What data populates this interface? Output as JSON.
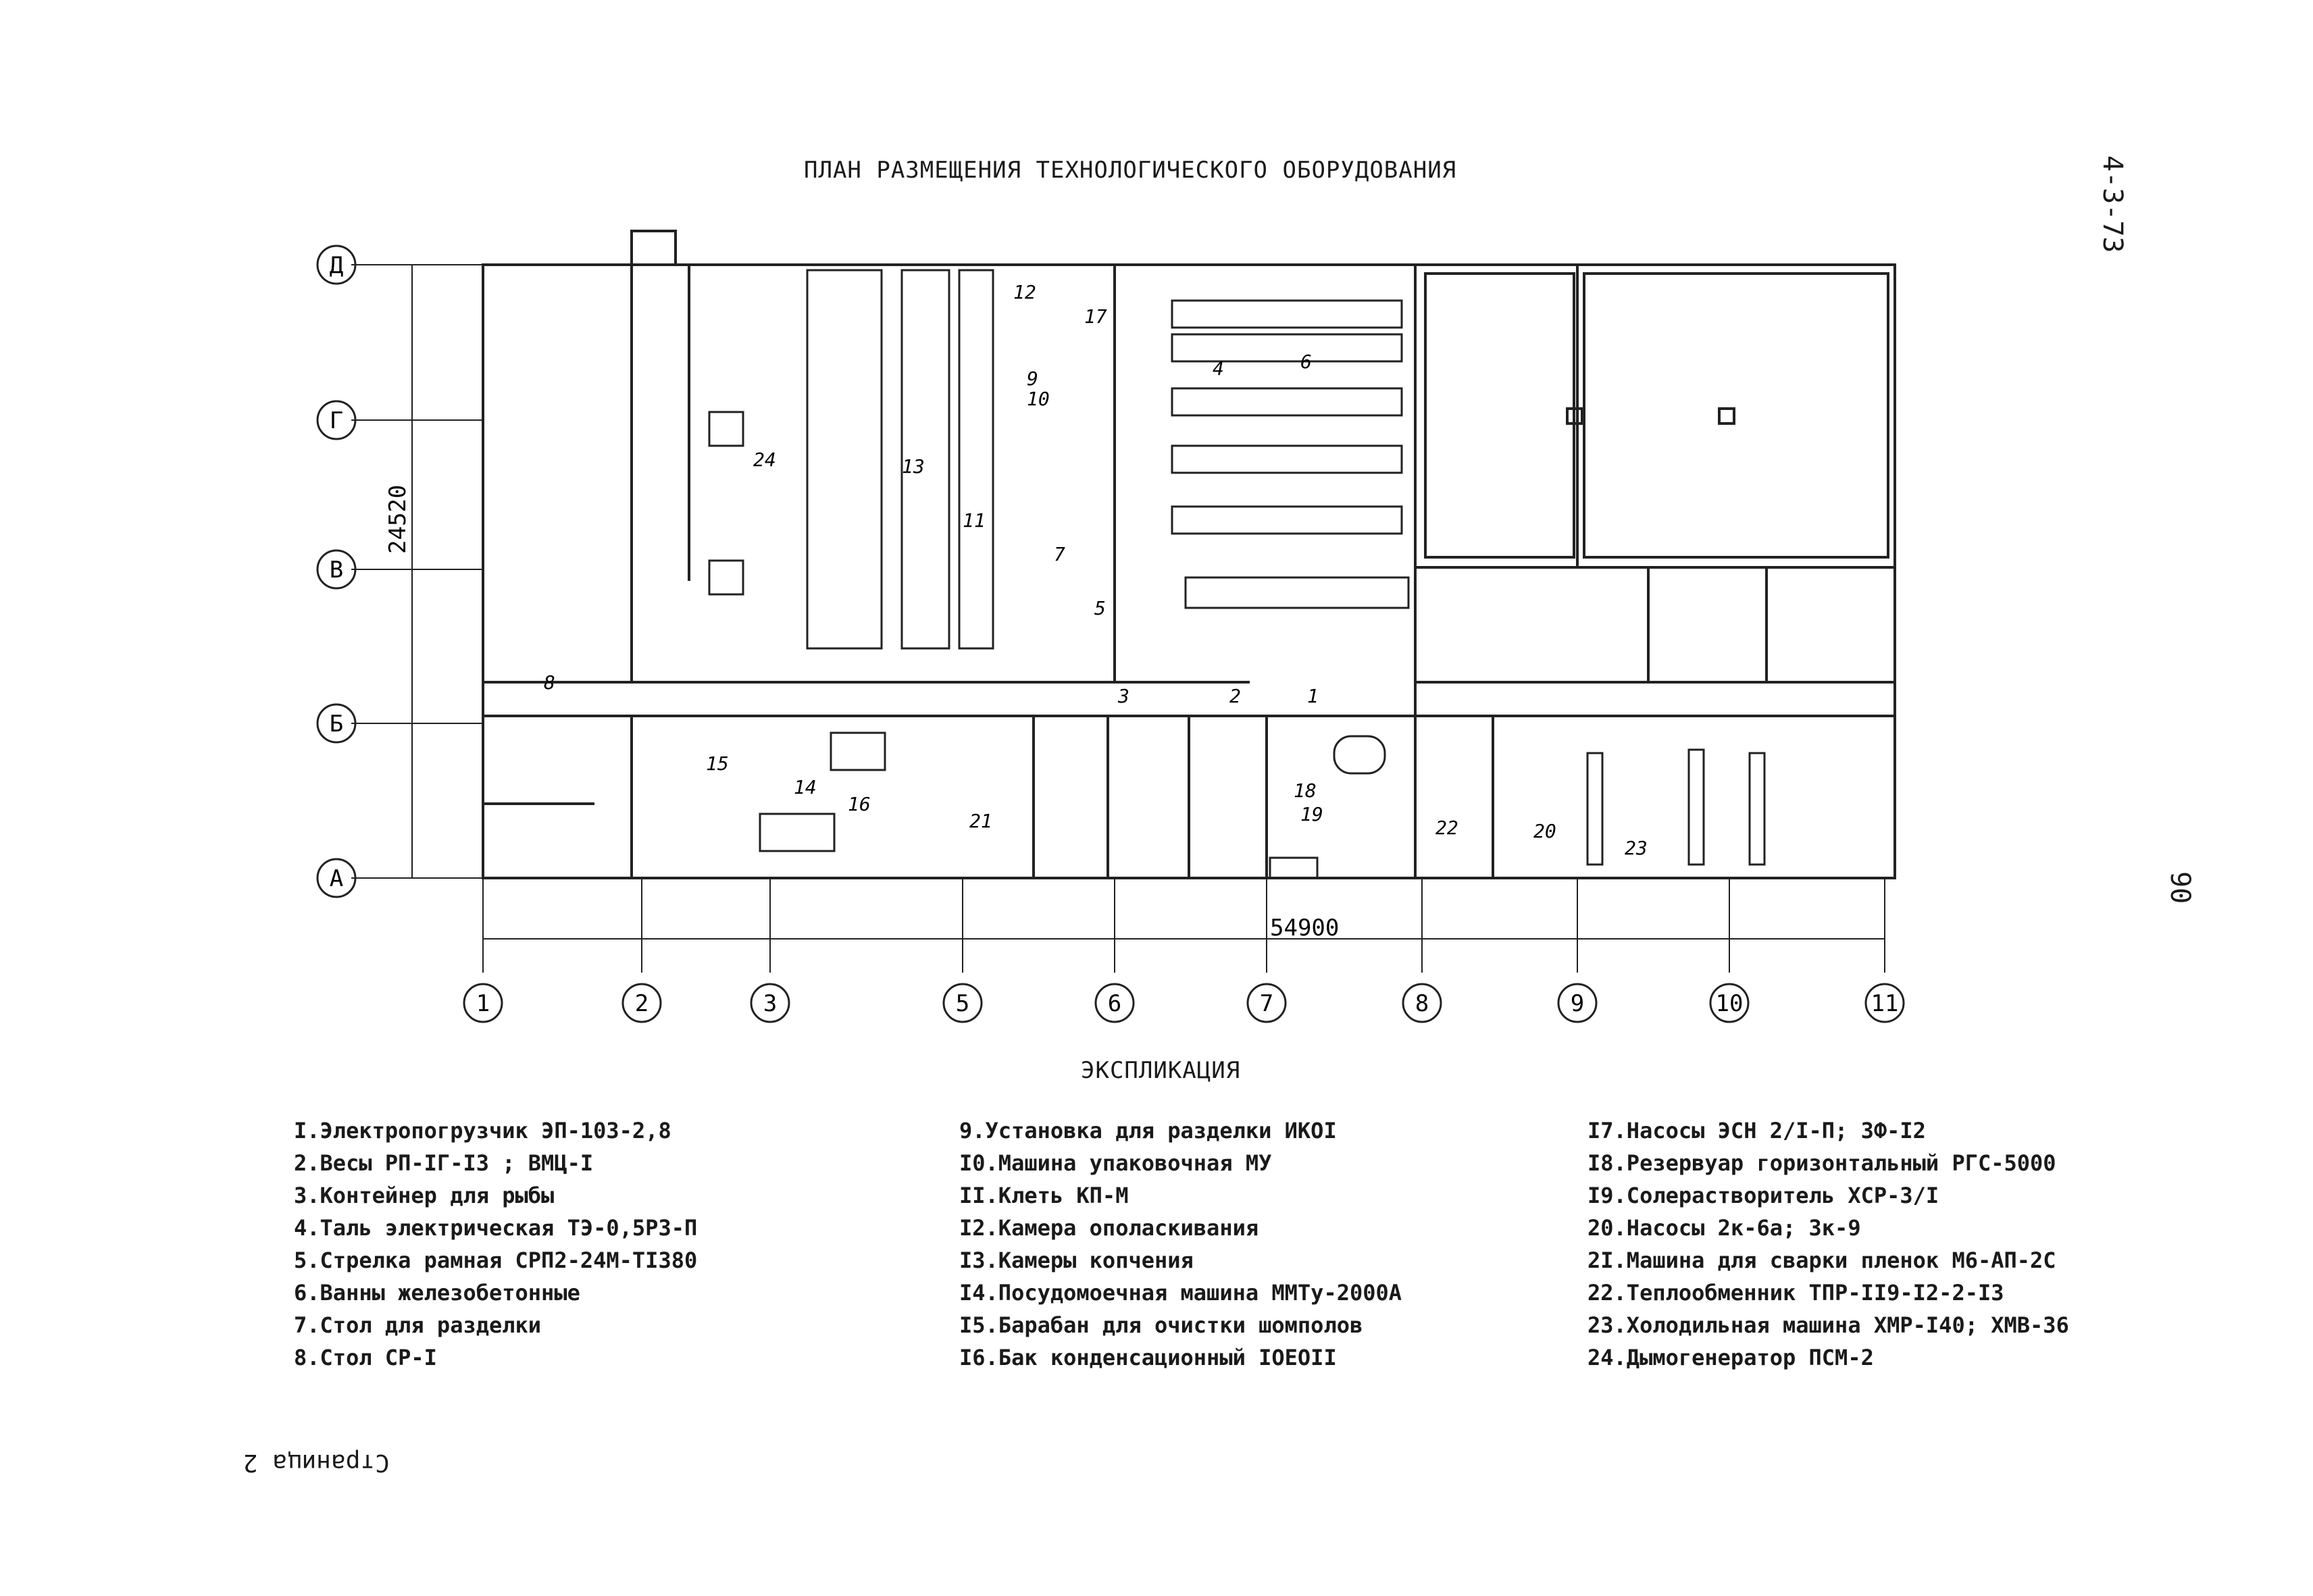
{
  "title": "ПЛАН РАЗМЕЩЕНИЯ ТЕХНОЛОГИЧЕСКОГО ОБОРУДОВАНИЯ",
  "sheet_code": "4-3-73",
  "sheet_number": "90",
  "page_label": "Страница 2",
  "dimensions": {
    "width": "54900",
    "height": "24520"
  },
  "row_axes": [
    "Д",
    "Г",
    "В",
    "Б",
    "А"
  ],
  "col_axes": [
    "1",
    "2",
    "3",
    "5",
    "6",
    "7",
    "8",
    "9",
    "10",
    "11"
  ],
  "equipment_marks": [
    "1",
    "2",
    "3",
    "4",
    "5",
    "6",
    "7",
    "8",
    "9",
    "10",
    "11",
    "12",
    "13",
    "14",
    "15",
    "16",
    "17",
    "18",
    "19",
    "20",
    "21",
    "22",
    "23",
    "24"
  ],
  "legend_title": "ЭКСПЛИКАЦИЯ",
  "legend": [
    [
      "I.Электропогрузчик ЭП-103-2,8",
      "2.Весы РП-IГ-I3 ; ВМЦ-I",
      "3.Контейнер для рыбы",
      "4.Таль электрическая ТЭ-0,5Р3-П",
      "5.Стрелка рамная СРП2-24М-TI380",
      "6.Ванны железобетонные",
      "7.Стол для разделки",
      "8.Стол СР-I"
    ],
    [
      "9.Установка для разделки ИКОI",
      "I0.Машина упаковочная МУ",
      "II.Клеть КП-М",
      "I2.Камера ополаскивания",
      "I3.Камеры копчения",
      "I4.Посудомоечная машина ММТу-2000А",
      "I5.Барабан для очистки шомполов",
      "I6.Бак конденсационный IОЕОII"
    ],
    [
      "I7.Насосы ЭСН 2/I-П; 3Ф-I2",
      "I8.Резервуар горизонтальный РГС-5000",
      "I9.Солерастворитель ХСР-3/I",
      "20.Насосы 2к-6а; 3к-9",
      "2I.Машина для сварки пленок М6-АП-2С",
      "22.Теплообменник ТПР-II9-I2-2-I3",
      "23.Холодильная машина ХМР-I40; ХМВ-36",
      "24.Дымогенератор ПСМ-2"
    ]
  ]
}
